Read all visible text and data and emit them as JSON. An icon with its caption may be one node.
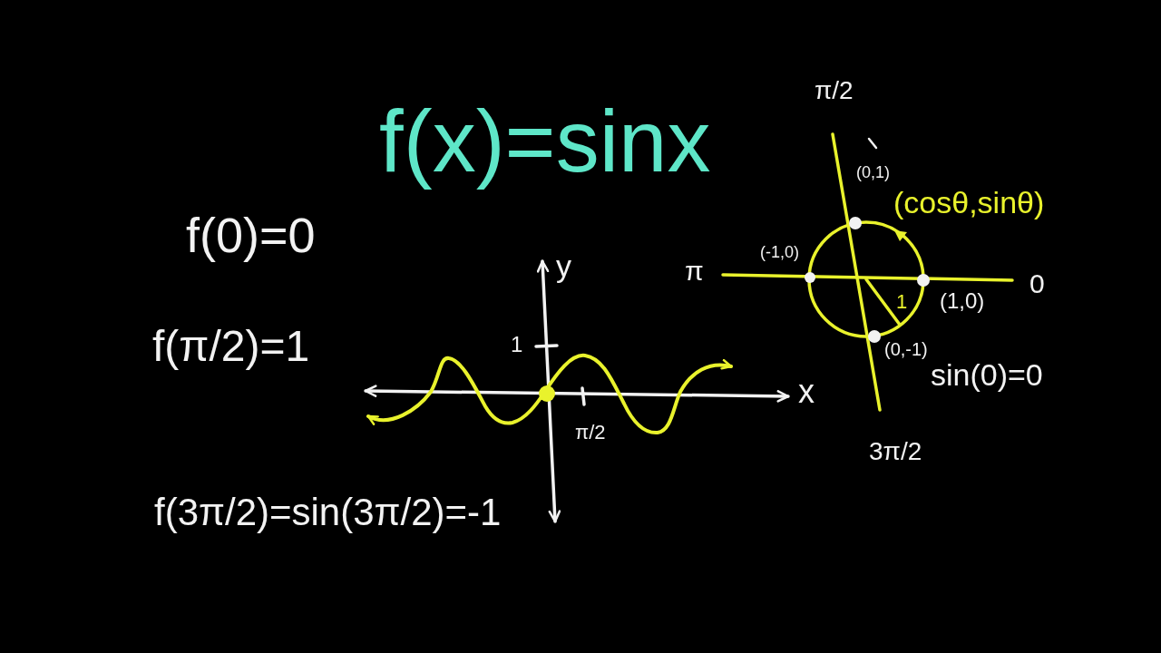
{
  "diagram": {
    "title": "f(x)=sinx",
    "labels": [
      "π/2",
      "(0,1)",
      "(cosθ,sinθ)",
      "f(0)=0",
      "(-1,0)",
      "π",
      "y",
      "0",
      "(1,0)",
      "1",
      "f(π/2)=1",
      "1",
      "(0,-1)",
      "sin(0)=0",
      "x",
      "π/2",
      "3π/2",
      "f(3π/2)=sin(3π/2)=-1"
    ]
  }
}
